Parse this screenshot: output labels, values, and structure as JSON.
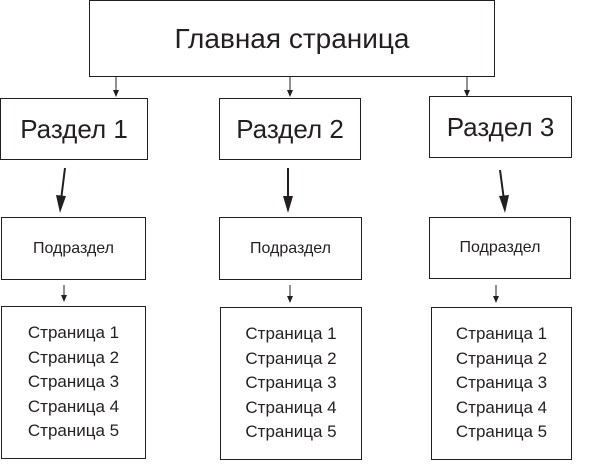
{
  "root": {
    "label": "Главная страница"
  },
  "sections": [
    {
      "label": "Раздел 1",
      "subsection": "Подраздел",
      "pages": [
        "Страница 1",
        "Страница 2",
        "Страница 3",
        "Страница 4",
        "Страница 5"
      ]
    },
    {
      "label": "Раздел 2",
      "subsection": "Подраздел",
      "pages": [
        "Страница 1",
        "Страница 2",
        "Страница 3",
        "Страница 4",
        "Страница 5"
      ]
    },
    {
      "label": "Раздел 3",
      "subsection": "Подраздел",
      "pages": [
        "Страница 1",
        "Страница 2",
        "Страница 3",
        "Страница 4",
        "Страница 5"
      ]
    }
  ],
  "colors": {
    "stroke": "#231f20",
    "background": "#ffffff"
  }
}
